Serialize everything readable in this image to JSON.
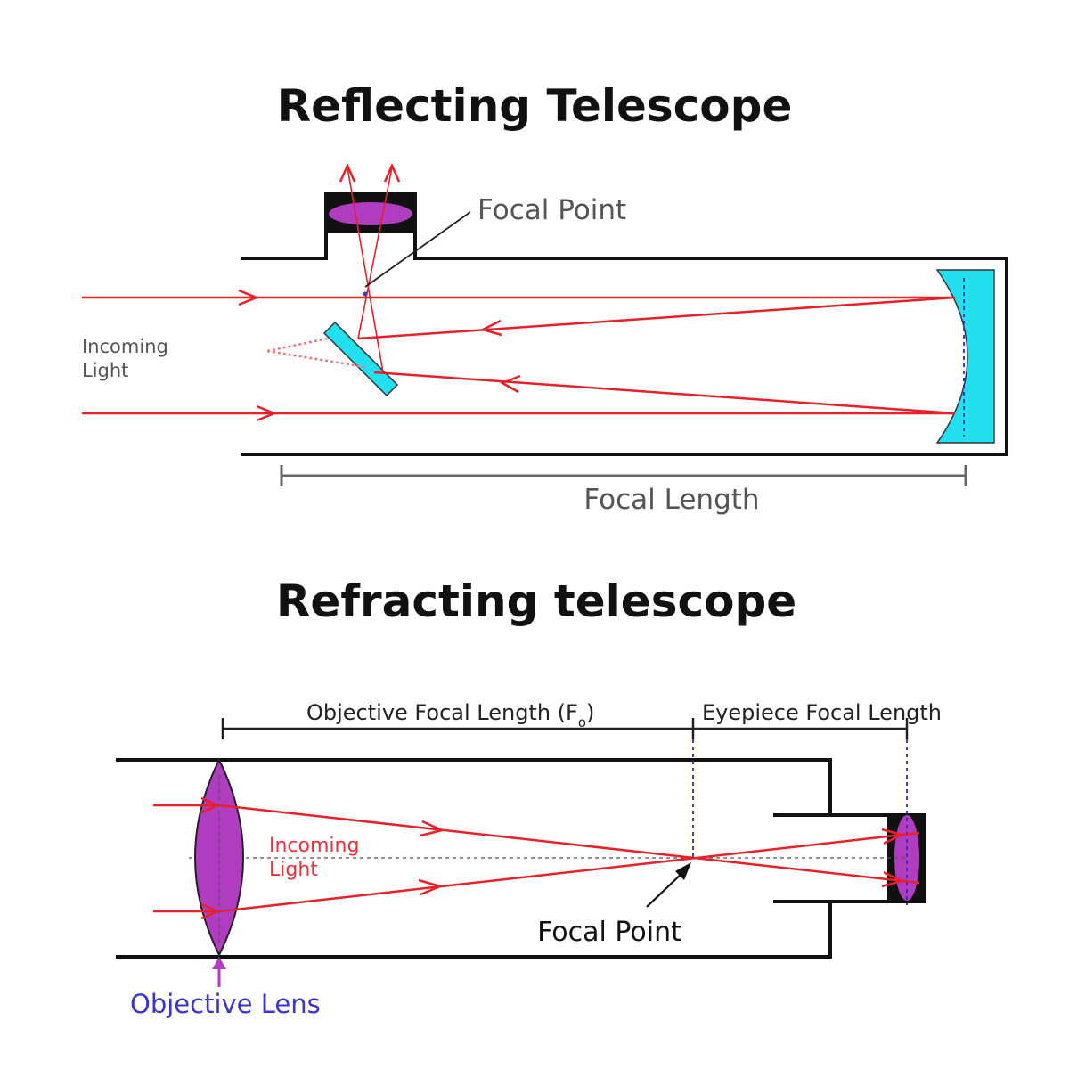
{
  "reflecting": {
    "title": "Reflecting Telescope",
    "focal_point_label": "Focal Point",
    "incoming_light_line1": "Incoming",
    "incoming_light_line2": "Light",
    "focal_length_label": "Focal Length"
  },
  "refracting": {
    "title": "Refracting telescope",
    "objective_focal_length_label": "Objective Focal Length (F",
    "objective_focal_length_sub": "o",
    "objective_focal_length_close": ")",
    "eyepiece_focal_length_label": "Eyepiece Focal Length",
    "incoming_light_line1": "Incoming",
    "incoming_light_line2": "Light",
    "focal_point_label": "Focal Point",
    "objective_lens_label": "Objective Lens"
  },
  "colors": {
    "ray": "#e8202a",
    "lens_fill": "#b03cc0",
    "mirror_fill": "#22e0f0",
    "label_blue": "#3a34c8",
    "label_red": "#e8323c"
  }
}
